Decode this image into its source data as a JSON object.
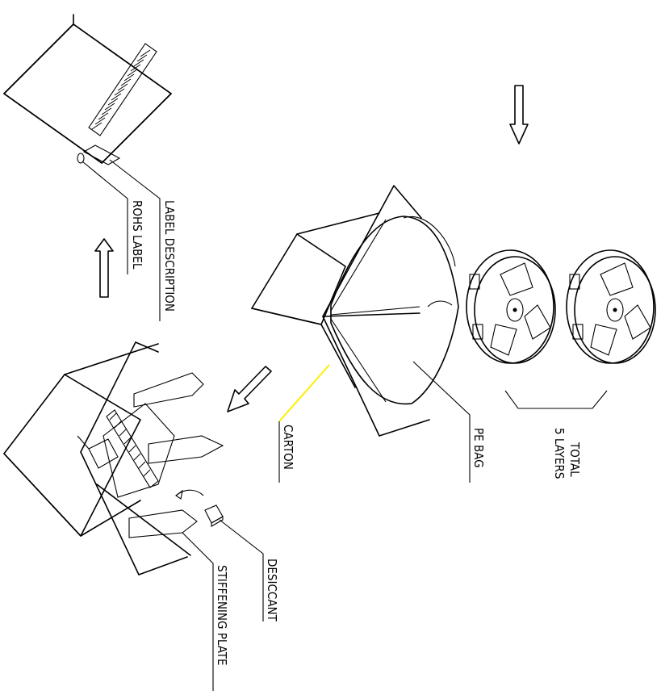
{
  "labels": {
    "label_description": "LABEL DESCRIPTION",
    "rohs_label": "ROHS LABEL",
    "carton": "CARTON",
    "pe_bag": "PE BAG",
    "total": "TOTAL",
    "five_layers": "5 LAYERS",
    "desiccant": "DESICCANT",
    "stiffening_plate": "STIFFENING PLATE"
  },
  "colors": {
    "line": "#000000",
    "carton_leader": "#ffee00",
    "background": "#ffffff"
  }
}
